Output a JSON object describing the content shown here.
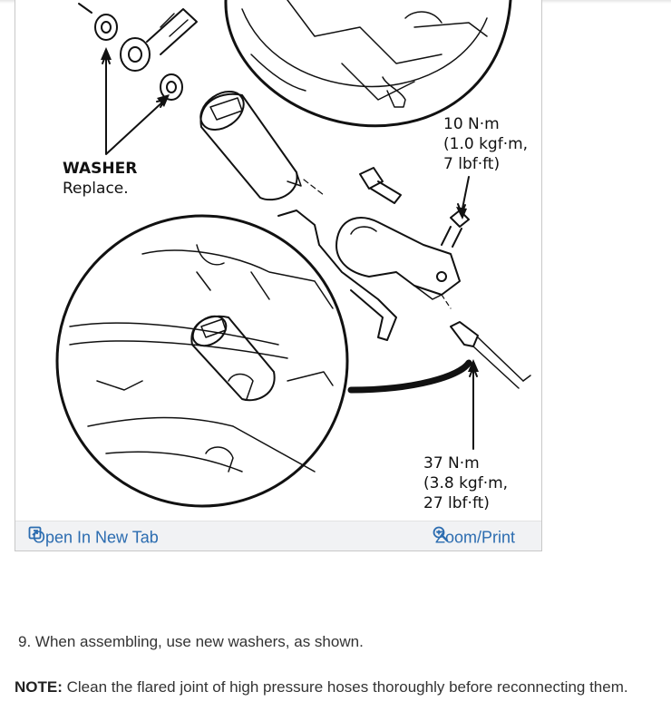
{
  "figure": {
    "label_torque_top": [
      "10 N·m",
      "(1.0 kgf·m,",
      "7 lbf·ft)"
    ],
    "label_washer_title": "WASHER",
    "label_washer_note": "Replace.",
    "label_torque_bottom": [
      "37 N·m",
      "(3.8 kgf·m,",
      "27 lbf·ft)"
    ]
  },
  "toolbar": {
    "open_label": "Open In New Tab",
    "open_icon": "open-in-new-tab-icon",
    "zoom_label": "Zoom/Print",
    "zoom_icon": "zoom-icon",
    "link_color": "#2b6cb0"
  },
  "content": {
    "step": "9. When assembling, use new washers, as shown.",
    "note_label": "NOTE:",
    "note_text": " Clean the flared joint of high pressure hoses thoroughly before reconnecting them."
  }
}
